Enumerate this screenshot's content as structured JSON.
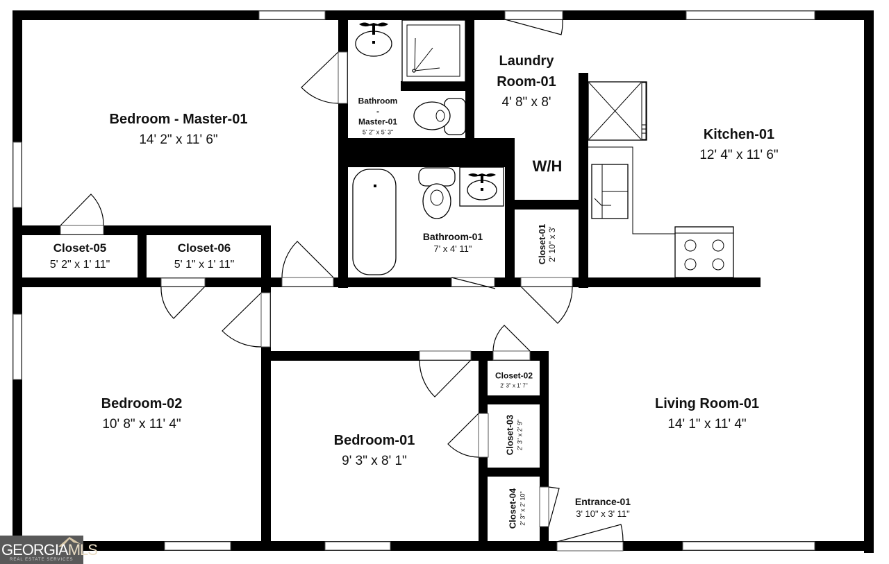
{
  "rooms": {
    "bedroom_master": {
      "name": "Bedroom - Master-01",
      "dim": "14' 2\" x 11' 6\""
    },
    "bath_master": {
      "name_line1": "Bathroom",
      "name_line2": "-",
      "name_line3": "Master-01",
      "dim": "5' 2\" x 5' 3\""
    },
    "laundry": {
      "name_line1": "Laundry",
      "name_line2": "Room-01",
      "dim": "4' 8\" x 8'"
    },
    "kitchen": {
      "name": "Kitchen-01",
      "dim": "12' 4\" x 11' 6\""
    },
    "water_heater": {
      "name": "W/H"
    },
    "bathroom_01": {
      "name": "Bathroom-01",
      "dim": "7' x 4' 11\""
    },
    "closet_01": {
      "name": "Closet-01",
      "dim": "2' 10\" x 3'"
    },
    "closet_02": {
      "name": "Closet-02",
      "dim": "2' 3\" x 1' 7\""
    },
    "closet_03": {
      "name": "Closet-03",
      "dim": "2' 3\" x 2' 9\""
    },
    "closet_04": {
      "name": "Closet-04",
      "dim": "2' 3\" x 2' 10\""
    },
    "closet_05": {
      "name": "Closet-05",
      "dim": "5' 2\" x 1' 11\""
    },
    "closet_06": {
      "name": "Closet-06",
      "dim": "5' 1\" x 1' 11\""
    },
    "bedroom_02": {
      "name": "Bedroom-02",
      "dim": "10' 8\" x 11' 4\""
    },
    "bedroom_01": {
      "name": "Bedroom-01",
      "dim": "9' 3\" x 8' 1\""
    },
    "living_room": {
      "name": "Living Room-01",
      "dim": "14' 1\" x 11' 4\""
    },
    "entrance": {
      "name": "Entrance-01",
      "dim": "3' 10\" x 3' 11\""
    }
  },
  "watermark": {
    "brand_a": "GEORGIA",
    "brand_b": "MLS",
    "tagline": "REAL ESTATE SERVICES",
    "bg_color": "#595959",
    "roof_color": "#d8c7a8"
  },
  "colors": {
    "wall": "#000000",
    "background": "#ffffff"
  }
}
